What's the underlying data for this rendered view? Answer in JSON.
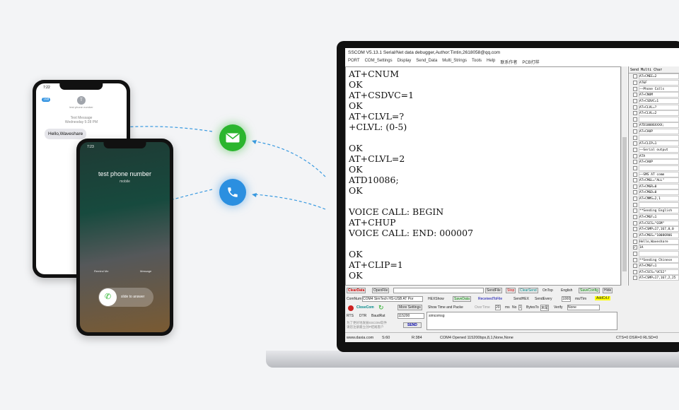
{
  "colors": {
    "sms": "#2bb52e",
    "call": "#2b8fe0",
    "arrow": "#3a9ae0"
  },
  "sms_phone": {
    "time": "7:22",
    "back_badge": "168",
    "contact": "test phone number",
    "header": "Text Message",
    "date": "Wednesday 5:28 PM",
    "message": "Hello,Waveshare"
  },
  "call_phone": {
    "time": "7:23",
    "caller": "test phone number",
    "label": "mobile",
    "remind": "Remind Me",
    "message": "Message",
    "slide": "slide to answer"
  },
  "icons": {
    "sms": "envelope-icon",
    "call": "phone-icon"
  },
  "sscom": {
    "title": "SSCOM V5.13.1 Serial/Net data debugger,Author:Tintin,2618058@qq.com",
    "menu": [
      "PORT",
      "COM_Settings",
      "Display",
      "Send_Data",
      "Multi_Strings",
      "Tools",
      "Help",
      "联系作者",
      "PCB打样"
    ],
    "terminal": "AT+CNUM\nOK\nAT+CSDVC=1\nOK\nAT+CLVL=?\n+CLVL: (0-5)\n\nOK\nAT+CLVL=2\nOK\nATD10086;\nOK\n\nVOICE CALL: BEGIN\nAT+CHUP\nVOICE CALL: END: 000007\n\nOK\nAT+CLIP=1\nOK",
    "panel_title": "Send Multi Char",
    "panel_items": [
      {
        "t": "AT+CMEE=2"
      },
      {
        "t": "AT&F"
      },
      {
        "t": "——Phone Calls"
      },
      {
        "t": "AT+CNUM"
      },
      {
        "t": "AT+CSDVC=1"
      },
      {
        "t": "AT+CLVL=?"
      },
      {
        "t": "AT+CLVL=2"
      },
      {
        "t": ""
      },
      {
        "t": "ATD10086XXXX;"
      },
      {
        "t": "AT+CHUP"
      },
      {
        "t": ""
      },
      {
        "t": "AT+CLIP=1"
      },
      {
        "t": "——Serial output"
      },
      {
        "t": "ATA"
      },
      {
        "t": "AT+CHUP"
      },
      {
        "t": ""
      },
      {
        "t": "——SMS AT comm"
      },
      {
        "t": "AT+CMGL=\"ALL\""
      },
      {
        "t": "AT+CMGR=0"
      },
      {
        "t": "AT+CMGD=0"
      },
      {
        "t": "AT+CMMS=2,1"
      },
      {
        "t": ""
      },
      {
        "t": "**Sending English"
      },
      {
        "t": "AT+CMGF=1"
      },
      {
        "t": "AT+CSCS=\"GSM\""
      },
      {
        "t": "AT+CSMP=17,167,0,0"
      },
      {
        "t": "AT+CMGS=\"10086906"
      },
      {
        "t": "Hello,Waveshare"
      },
      {
        "t": "1A",
        "checked": true
      },
      {
        "t": ""
      },
      {
        "t": "**Sending Chinese"
      },
      {
        "t": "AT+CMGF=1"
      },
      {
        "t": "AT+CSCS=\"UCS2\""
      },
      {
        "t": "AT+CSMP=17,167,2,25"
      }
    ],
    "controls": {
      "clear_data": "ClearData",
      "open_file": "OpenFile",
      "send_file": "SendFile",
      "stop": "Stop",
      "clear_send": "ClearSend",
      "ontop": "OnTop",
      "english": "English",
      "save_config": "SaveConfig",
      "hide": "Hide",
      "comnum": "ComNum",
      "port": "COM4 SimTech HS-USB AT Por",
      "hexshow": "HEXShow",
      "save_data": "SaveData",
      "received_to_file": "ReceivedToFile",
      "send_hex": "SendHEX",
      "send_every": "SendEvery",
      "every_ms": "1000",
      "ms_tim": "ms/Tim",
      "add_crlf": "AddCrLf",
      "close_com": "CloseCom",
      "more_settings": "More Settings",
      "show_time": "Show Time and Packe",
      "overtime": "OverTime",
      "overtime_val": "20",
      "ms": "ms",
      "no": "No",
      "bytes_val": "1",
      "bytes_to": "BytesTo",
      "end": "末尾",
      "verify": "Verify",
      "verify_val": "None",
      "rts": "RTS",
      "dtr": "DTR",
      "baud_label": "BaudRat",
      "baud": "115200",
      "send_text": "simcomsg",
      "promo": "为了更好地发展SSCOM软件\n请您注册嘉立创P结尾客户",
      "send": "SEND"
    },
    "status": {
      "site": "www.daxia.com",
      "s": "S:60",
      "r": "R:384",
      "port": "COM4 Opened  115200bps,8,1,None,None",
      "lines": "CTS=0 DSR=0 RLSD=0"
    }
  }
}
